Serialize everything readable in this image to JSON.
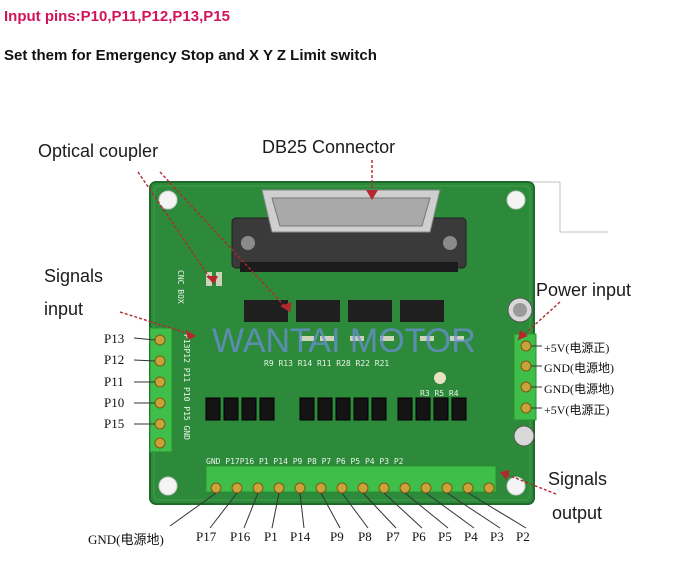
{
  "header": {
    "input_pins": "Input pins:P10,P11,P12,P13,P15",
    "note": "Set them for Emergency Stop and X Y Z Limit switch"
  },
  "callouts": {
    "optical_coupler": "Optical coupler",
    "db25": "DB25 Connector",
    "signals_in_1": "Signals",
    "signals_in_2": "input",
    "power_input": "Power input",
    "signals_out_1": "Signals",
    "signals_out_2": "output"
  },
  "left_pins": [
    "P13",
    "P12",
    "P11",
    "P10",
    "P15"
  ],
  "power_pins": [
    "+5V(电源正)",
    "GND(电源地)",
    "GND(电源地)",
    "+5V(电源正)"
  ],
  "bottom_pins": [
    "GND(电源地)",
    "P17",
    "P16",
    "P1",
    "P14",
    "P9",
    "P8",
    "P7",
    "P6",
    "P5",
    "P4",
    "P3",
    "P2"
  ],
  "watermark": "WANTAI MOTOR",
  "board_silk": {
    "top_row": "GND P17P16 P1 P14 P9 P8 P7 P6 P5 P4 P3 P2",
    "side": "P13P12 P11 P10 P15 GND",
    "model": "CNC BOX",
    "refs": "R9 R13 R14 R11 R28 R22 R21",
    "refs2": "R3 R5 R4"
  },
  "colors": {
    "pcb": "#2c8a3a",
    "terminal": "#3fbf4a",
    "header_pink": "#d2145a",
    "arrow": "#b4282d"
  }
}
